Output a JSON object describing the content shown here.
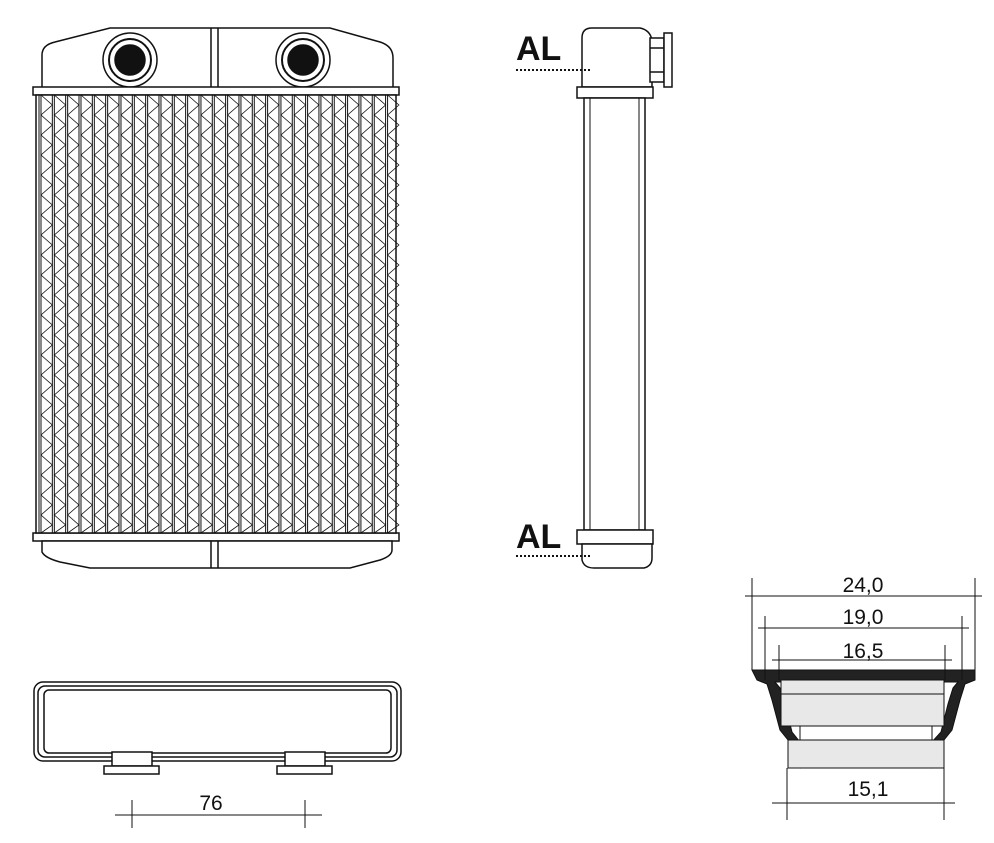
{
  "materials": {
    "top": "AL",
    "bottom": "AL"
  },
  "dimensions": {
    "pipe_spacing": "76",
    "outer_diameter": "24,0",
    "flange_diameter": "19,0",
    "inner_diameter": "16,5",
    "tube_diameter": "15,1"
  },
  "colors": {
    "line": "#111111",
    "gasket": "#222222",
    "fill": "#ffffff",
    "light": "#e8e8e8"
  }
}
